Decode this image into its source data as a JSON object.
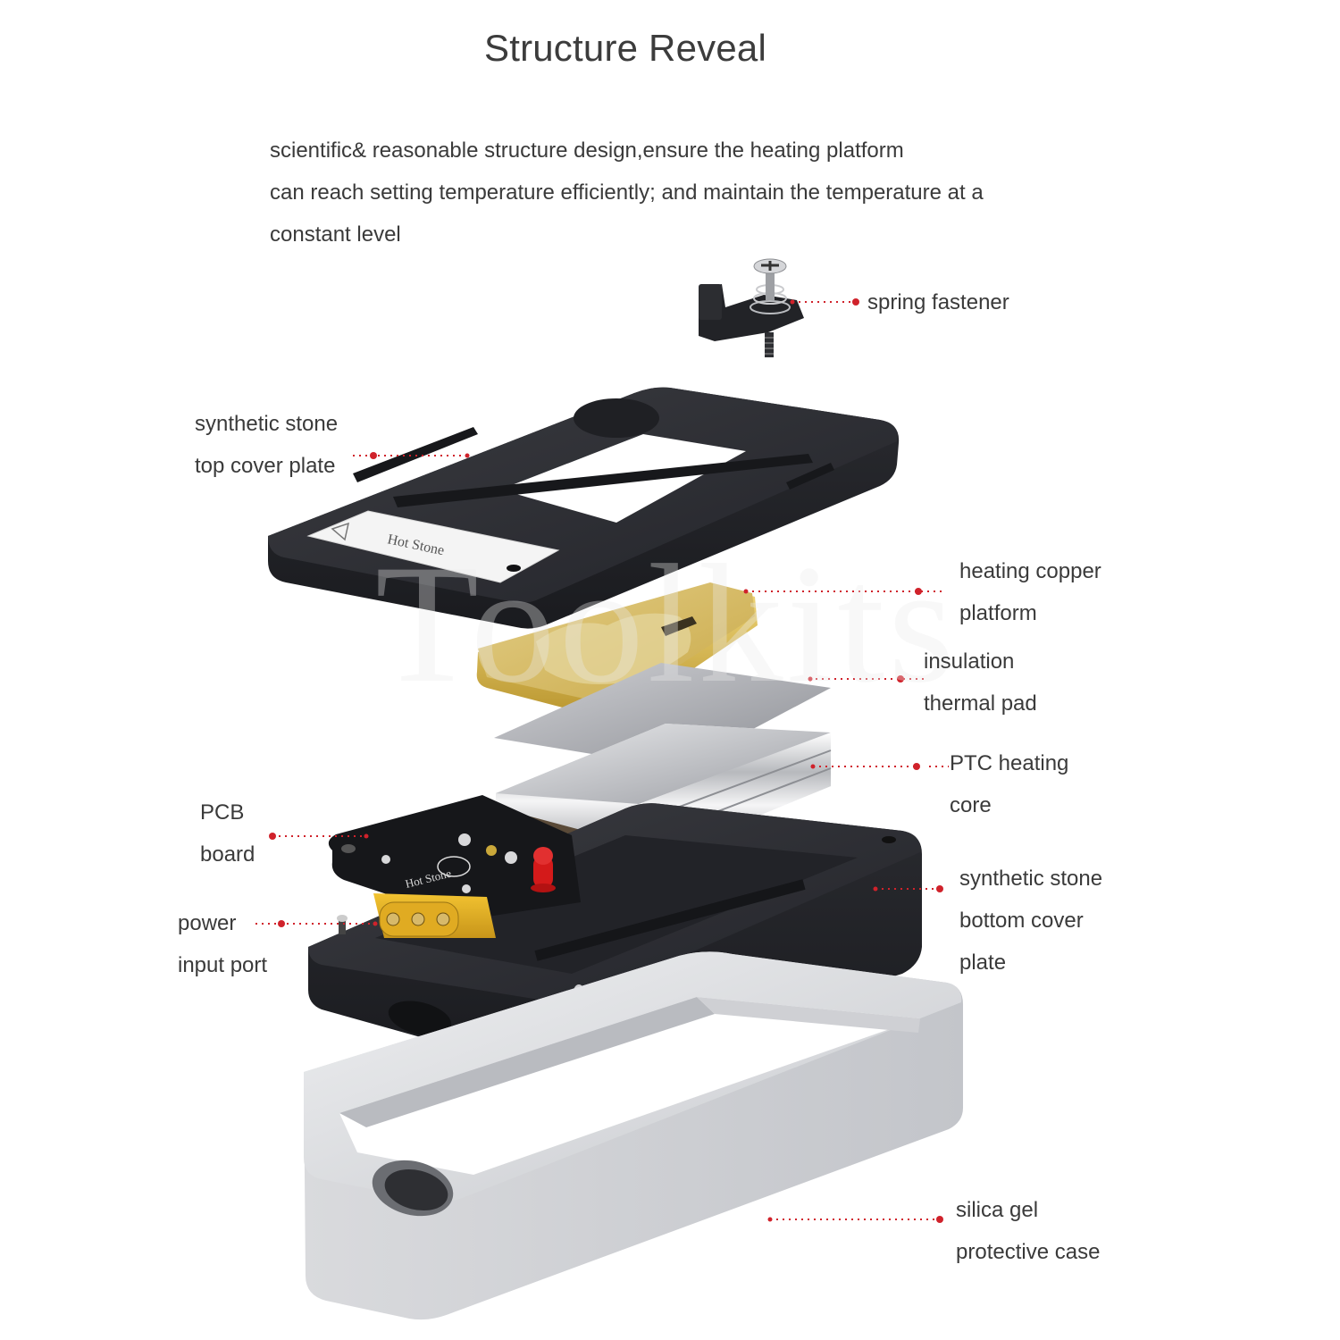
{
  "header": {
    "title": "Structure Reveal",
    "intro_lines": [
      "scientific& reasonable structure design,ensure the heating platform",
      "can reach setting temperature efficiently; and maintain the temperature at a",
      "constant level"
    ]
  },
  "watermark": "Toolkits",
  "colors": {
    "leader_line": "#d0222b",
    "text": "#3a3a3a",
    "stone_plate": "#2b2c30",
    "copper": "#d4b55a",
    "silica_case": "#d9dadd"
  },
  "top_plate_sticker": {
    "brand": "Hot Stone"
  },
  "pcb": {
    "brand": "Hot Stone"
  },
  "callouts": [
    {
      "id": "spring-fastener",
      "lines": [
        "spring fastener"
      ]
    },
    {
      "id": "top-cover-plate",
      "lines": [
        "synthetic stone",
        "top cover plate"
      ]
    },
    {
      "id": "heating-copper-platform",
      "lines": [
        "heating copper",
        "platform"
      ]
    },
    {
      "id": "insulation-thermal-pad",
      "lines": [
        "insulation",
        "thermal pad"
      ]
    },
    {
      "id": "ptc-heating-core",
      "lines": [
        "PTC heating",
        "core"
      ]
    },
    {
      "id": "pcb-board",
      "lines": [
        "PCB",
        "board"
      ]
    },
    {
      "id": "power-input-port",
      "lines": [
        "power",
        "input port"
      ]
    },
    {
      "id": "bottom-cover-plate",
      "lines": [
        "synthetic stone",
        "bottom cover",
        "plate"
      ]
    },
    {
      "id": "silica-gel-case",
      "lines": [
        "silica gel",
        "protective case"
      ]
    }
  ]
}
